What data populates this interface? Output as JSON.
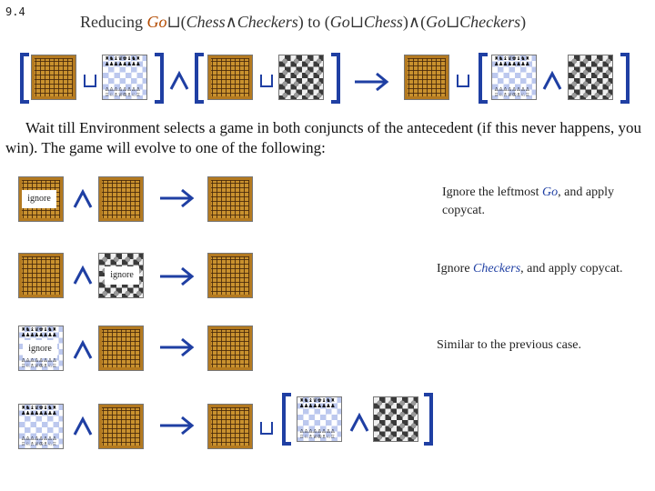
{
  "slide_number": "9.4",
  "title": {
    "part1": "Reducing ",
    "go1": "Go",
    "part2": "(",
    "chess1": "Chess",
    "checkers1": "Checkers",
    "part3": ") to (",
    "go2": "Go",
    "chess2": "Chess",
    "part4": ")",
    "part5": "(",
    "go3": "Go",
    "checkers2": "Checkers",
    "part6": ")"
  },
  "description": "Wait till Environment selects a game in both conjuncts of the antecedent (if this never happens, you win). The game will evolve to one of the following:",
  "ignore_label": "ignore",
  "notes": {
    "row1_pre": "Ignore the leftmost ",
    "row1_em": "Go",
    "row1_post": ", and apply copycat.",
    "row2_pre": "Ignore ",
    "row2_em": "Checkers",
    "row2_post": ", and apply copycat.",
    "row3": "Similar to the previous case."
  },
  "chess_pieces": {
    "black_back": "♜♞♝♛♚♝♞♜",
    "black_pawns": "♟♟♟♟♟♟♟♟",
    "white_pawns": "♙♙♙♙♙♙♙♙",
    "white_back": "♖♘♗♕♔♗♘♖"
  },
  "colors": {
    "symbol_blue": "#1f3fa3",
    "title_accent": "#b34a00"
  }
}
